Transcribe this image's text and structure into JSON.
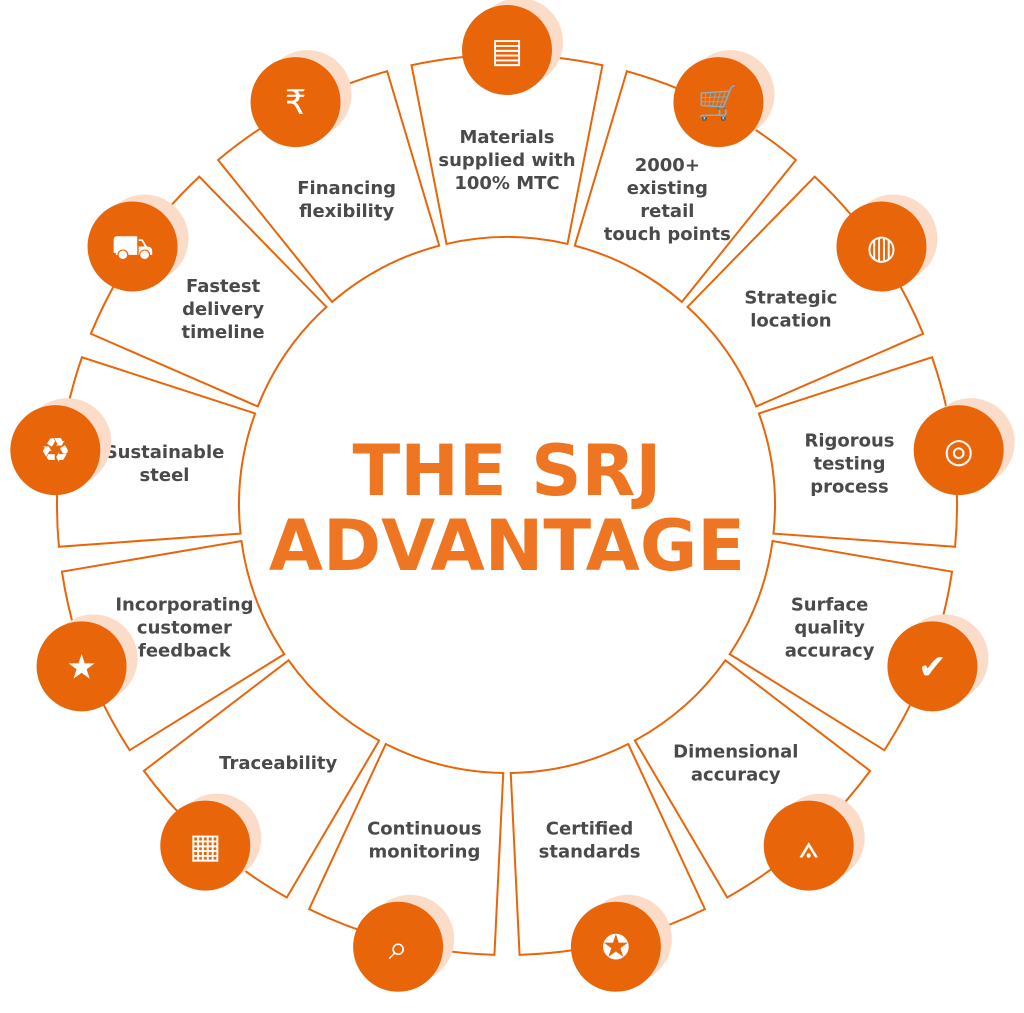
{
  "title": {
    "line1": "THE SRJ",
    "line2": "ADVANTAGE"
  },
  "colors": {
    "accent": "#E8650A",
    "shadow": "#FBDCC8",
    "text": "#4a4a4a",
    "title": "#EE7623"
  },
  "segments": [
    {
      "lines": [
        "Materials",
        "supplied with",
        "100% MTC"
      ],
      "icon": "certificate-icon"
    },
    {
      "lines": [
        "2000+",
        "existing",
        "retail",
        "touch points"
      ],
      "icon": "shopping-cart-globe-icon"
    },
    {
      "lines": [
        "Strategic",
        "location"
      ],
      "icon": "globe-location-icon"
    },
    {
      "lines": [
        "Rigorous",
        "testing",
        "process"
      ],
      "icon": "target-test-icon"
    },
    {
      "lines": [
        "Surface",
        "quality",
        "accuracy"
      ],
      "icon": "quality-check-icon"
    },
    {
      "lines": [
        "Dimensional",
        "accuracy"
      ],
      "icon": "compass-icon"
    },
    {
      "lines": [
        "Certified",
        "standards"
      ],
      "icon": "award-badge-icon"
    },
    {
      "lines": [
        "Continuous",
        "monitoring"
      ],
      "icon": "monitor-search-icon"
    },
    {
      "lines": [
        "Traceability"
      ],
      "icon": "boxes-check-icon"
    },
    {
      "lines": [
        "Incorporating",
        "customer",
        "feedback"
      ],
      "icon": "customer-rating-icon"
    },
    {
      "lines": [
        "Sustainable",
        "steel"
      ],
      "icon": "leaf-recycle-icon"
    },
    {
      "lines": [
        "Fastest",
        "delivery",
        "timeline"
      ],
      "icon": "delivery-truck-icon"
    },
    {
      "lines": [
        "Financing",
        "flexibility"
      ],
      "icon": "rupee-hand-icon"
    }
  ]
}
